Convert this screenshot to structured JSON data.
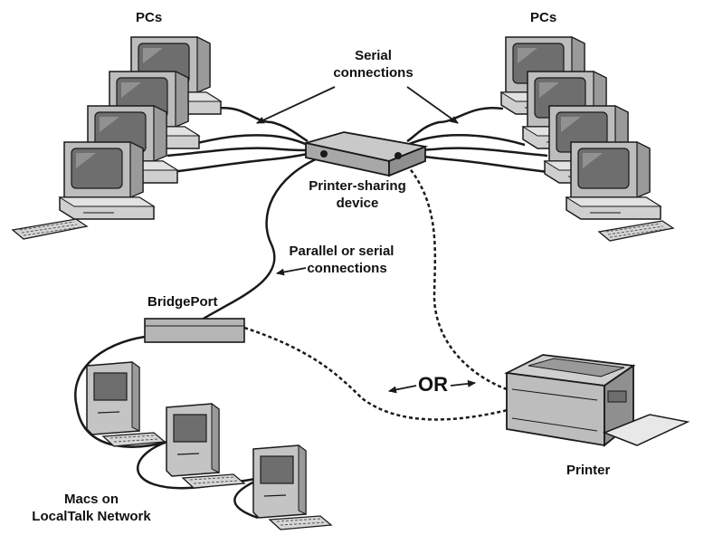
{
  "labels": {
    "pcs_left": "PCs",
    "pcs_right": "PCs",
    "serial_line1": "Serial",
    "serial_line2": "connections",
    "sharing_line1": "Printer-sharing",
    "sharing_line2": "device",
    "parallel_line1": "Parallel or serial",
    "parallel_line2": "connections",
    "bridgeport": "BridgePort",
    "or": "OR",
    "printer": "Printer",
    "macs_line1": "Macs on",
    "macs_line2": "LocalTalk Network"
  },
  "colors": {
    "ink": "#1a1a1a",
    "device_top": "#c9c9c9",
    "device_side": "#8f8f8f",
    "monitor_body": "#bdbdbd",
    "screen": "#6e6e6e",
    "keyboard": "#d6d6d6"
  },
  "icons": [
    "pc-icon",
    "mac-icon",
    "printer-icon",
    "sharing-device-icon",
    "bridgeport-icon",
    "arrow-icon"
  ]
}
